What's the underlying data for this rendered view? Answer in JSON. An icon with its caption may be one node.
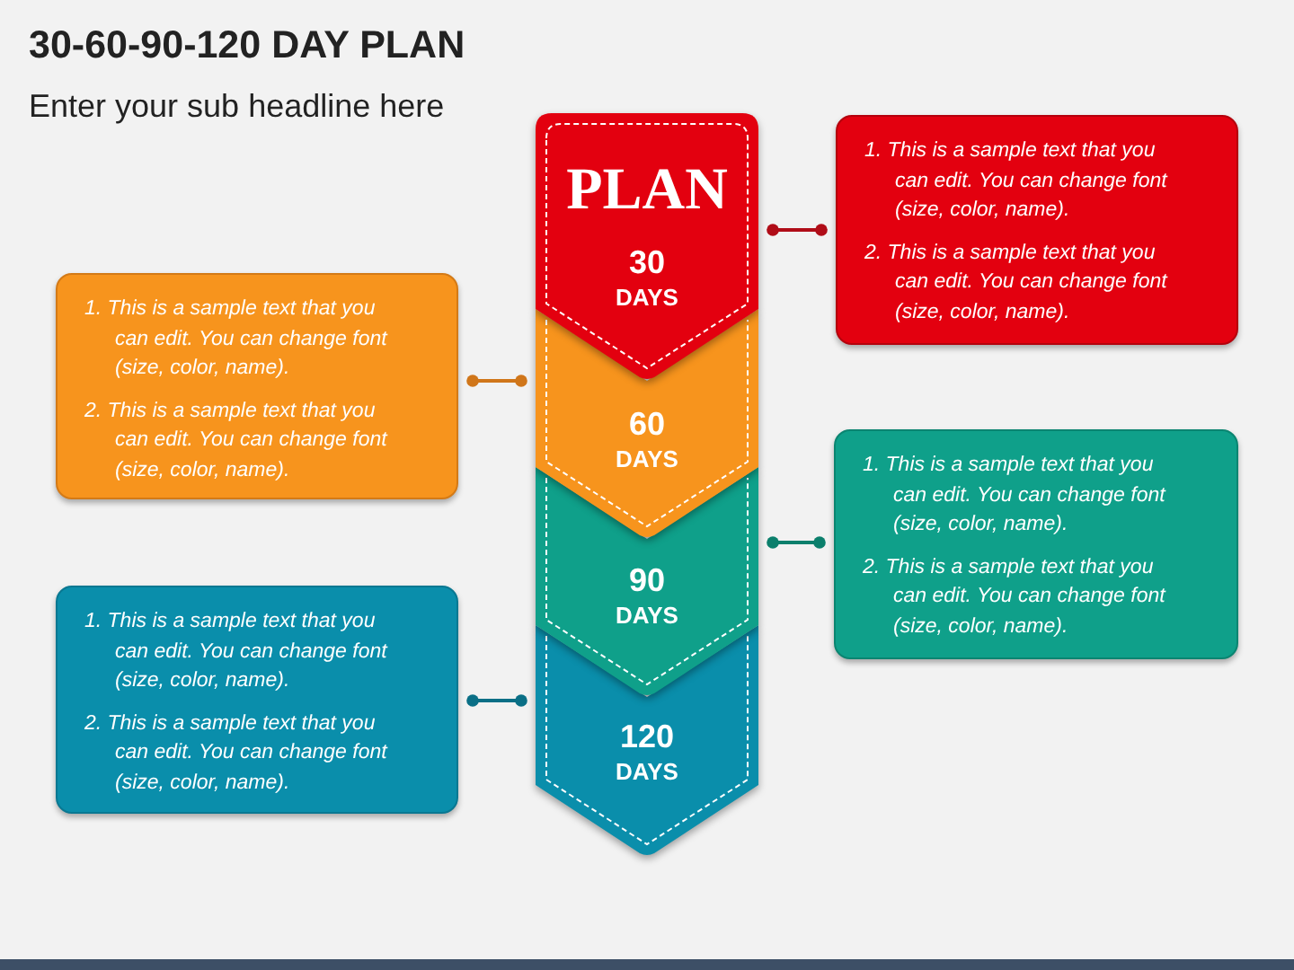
{
  "diagram": {
    "title": "30-60-90-120 DAY PLAN",
    "nodes": [
      {
        "text": [
          "PLAN",
          "30 DAYS"
        ]
      },
      {
        "text": [
          "60 DAYS"
        ]
      },
      {
        "text": [
          "90 DAYS"
        ]
      },
      {
        "text": [
          "120 DAYS"
        ]
      },
      {
        "text": [
          "1. This is a sample text that you can edit. You can change font (size, color, name).",
          "2. This is a sample text that you can edit. You can change font (size, color, name)."
        ]
      },
      {
        "text": [
          "1. This is a sample text that you can edit. You can change font (size, color, name).",
          "2. This is a sample text that you can edit. You can change font (size, color, name)."
        ]
      },
      {
        "text": [
          "1. This is a sample text that you can edit. You can change font (size, color, name).",
          "2. This is a sample text that you can edit. You can change font (size, color, name)."
        ]
      },
      {
        "text": [
          "1. This is a sample text that you can edit. You can change font (size, color, name).",
          "2. This is a sample text that you can edit. You can change font (size, color, name)."
        ]
      }
    ],
    "edges": [
      {
        "from": 0,
        "to": 4,
        "arrow": "other",
        "color": "#b00d18"
      },
      {
        "from": 1,
        "to": 5,
        "arrow": "other",
        "color": "#d0761a"
      },
      {
        "from": 2,
        "to": 6,
        "arrow": "other",
        "color": "#0b7f6c"
      },
      {
        "from": 3,
        "to": 7,
        "arrow": "other",
        "color": "#0a6f86"
      }
    ],
    "labels": [
      "Enter your sub headline here"
    ]
  }
}
